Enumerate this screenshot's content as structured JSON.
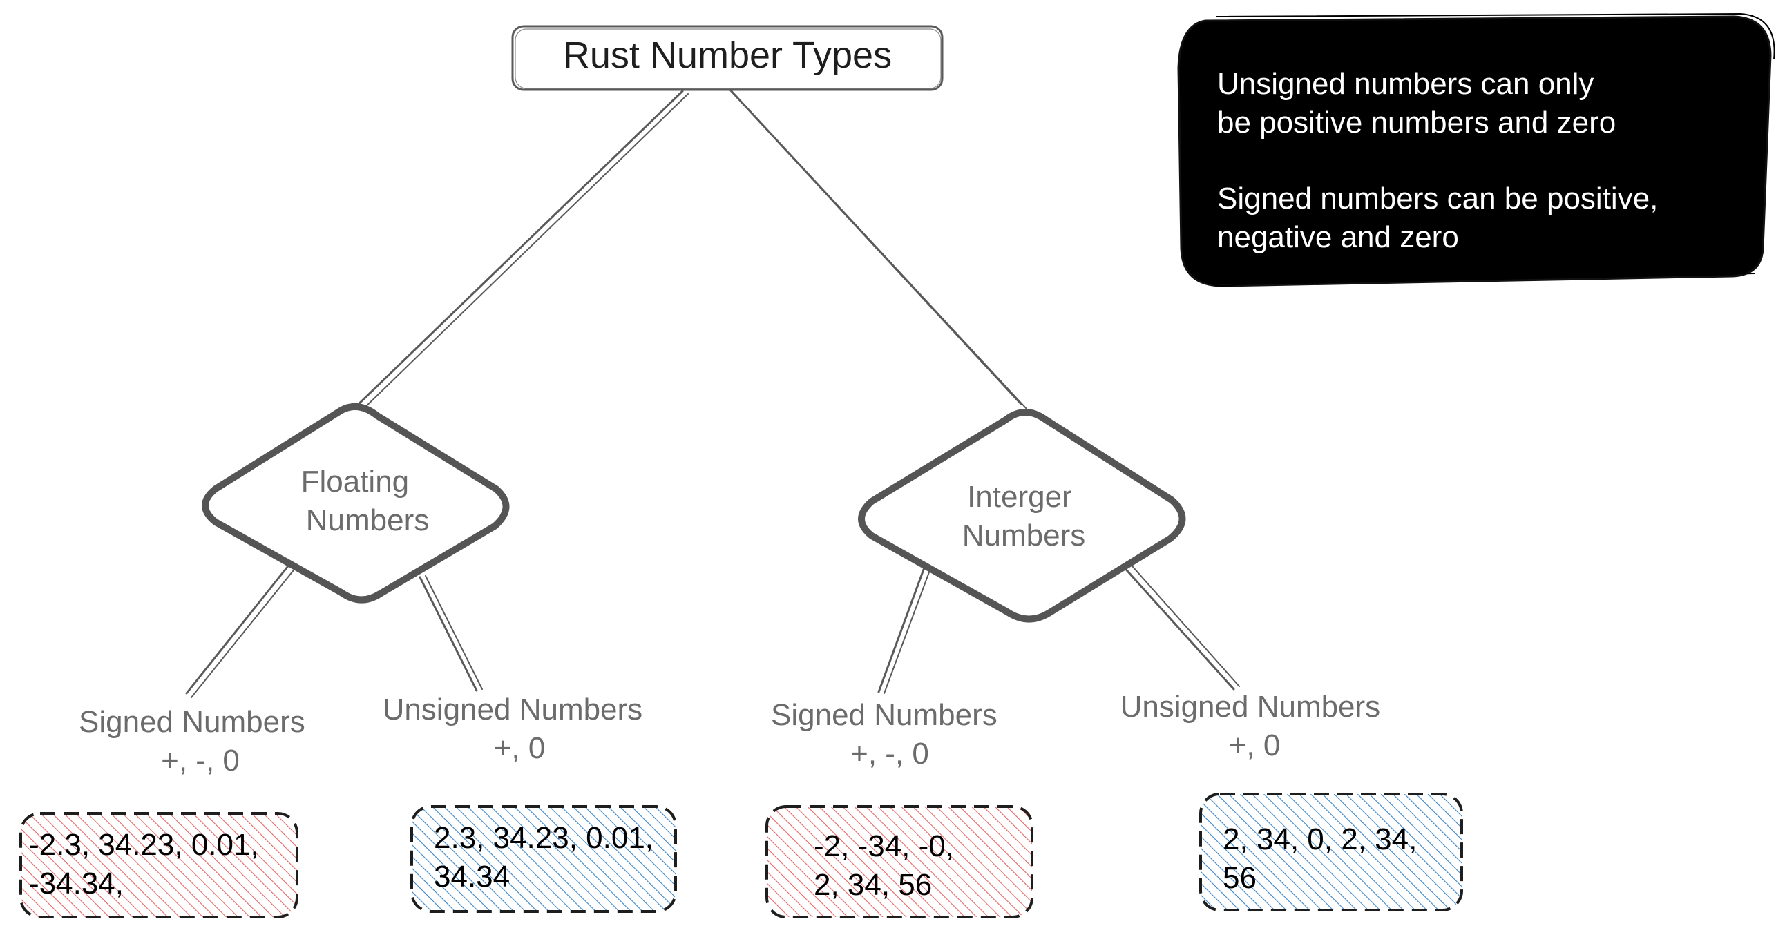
{
  "title": "Rust Number Types",
  "note": {
    "lines": [
      "Unsigned numbers can only",
      "be positive numbers and zero",
      "",
      "Signed numbers can be positive,",
      "negative and zero"
    ]
  },
  "branches": [
    {
      "id": "floating",
      "label_lines": [
        "Floating",
        "Numbers"
      ],
      "children": [
        {
          "id": "floating-signed",
          "label_lines": [
            "Signed Numbers",
            "+, -, 0"
          ],
          "example_lines": [
            "-2.3, 34.23, 0.01,",
            "-34.34,"
          ],
          "kind": "signed"
        },
        {
          "id": "floating-unsigned",
          "label_lines": [
            "Unsigned Numbers",
            "+, 0"
          ],
          "example_lines": [
            "2.3, 34.23, 0.01,",
            "34.34"
          ],
          "kind": "unsigned"
        }
      ]
    },
    {
      "id": "integer",
      "label_lines": [
        "Interger",
        "Numbers"
      ],
      "children": [
        {
          "id": "integer-signed",
          "label_lines": [
            "Signed Numbers",
            "+, -, 0"
          ],
          "example_lines": [
            "-2, -34, -0,",
            "2, 34, 56"
          ],
          "kind": "signed"
        },
        {
          "id": "integer-unsigned",
          "label_lines": [
            "Unsigned Numbers",
            "+, 0"
          ],
          "example_lines": [
            "2, 34, 0, 2, 34,",
            "56"
          ],
          "kind": "unsigned"
        }
      ]
    }
  ],
  "colors": {
    "line": "#5a5a5a",
    "label": "#6b6b6b",
    "signed_hatch": "#e03131",
    "unsigned_hatch": "#1971c2",
    "note_bg": "#000000",
    "note_text": "#ffffff"
  }
}
